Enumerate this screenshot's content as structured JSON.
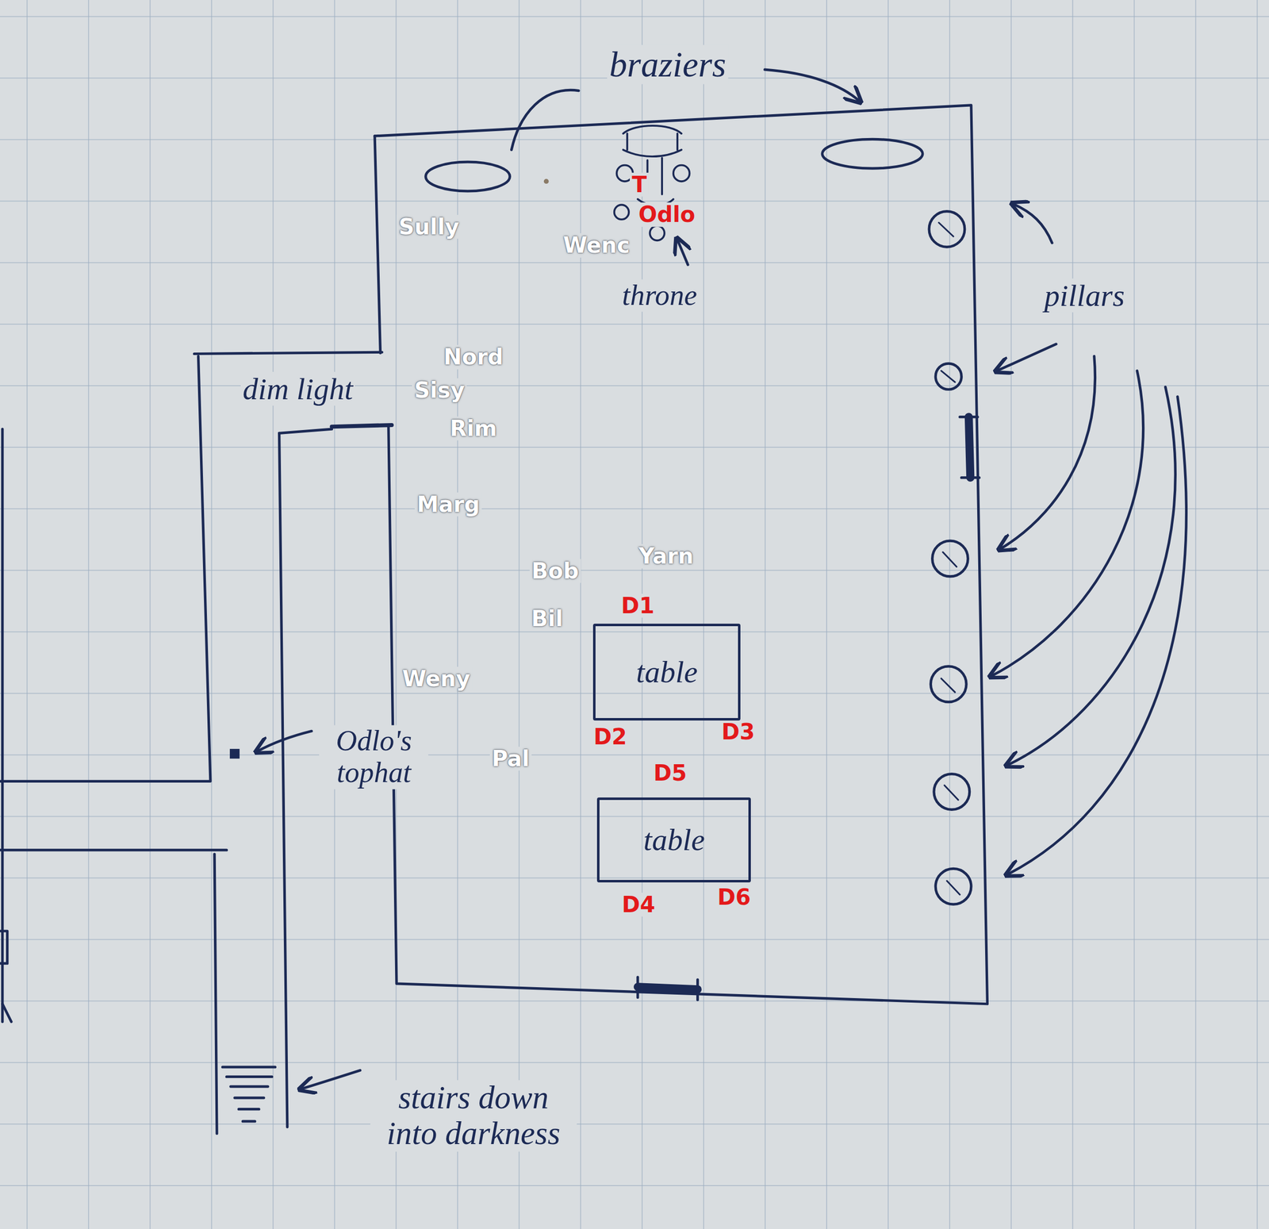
{
  "diagram": {
    "nodes": [
      {
        "text": [
          "table"
        ]
      },
      {
        "text": [
          "table"
        ]
      }
    ],
    "labels": [
      "braziers",
      "T",
      "Odlo",
      "Sully",
      "Wenc",
      "throne",
      "pillars",
      "Nord",
      "dim light",
      "Sisy",
      "Rim",
      "Marg",
      "Yarn",
      "Bob",
      "D1",
      "Bil",
      "Weny",
      "Odlo's tophat",
      "D3",
      "D2",
      "Pal",
      "D5",
      "D6",
      "D4",
      "stairs down into darkness"
    ]
  }
}
